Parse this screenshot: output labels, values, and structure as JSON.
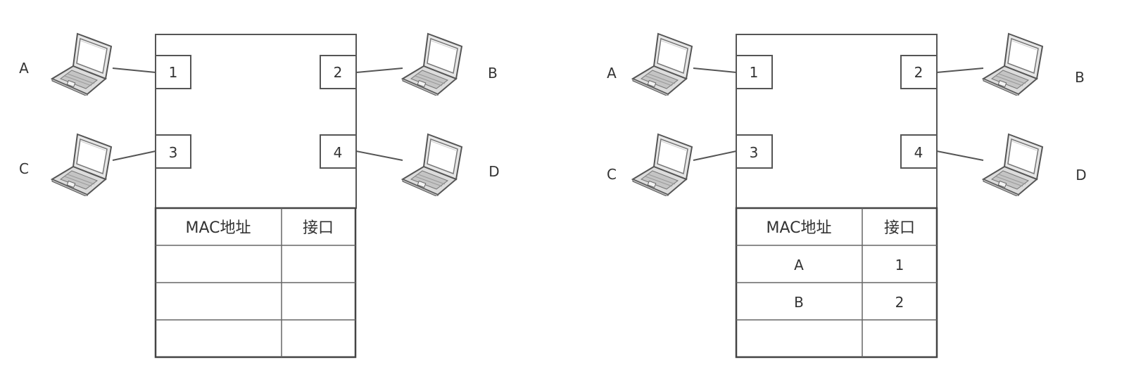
{
  "diagrams": [
    {
      "hosts": {
        "A": "A",
        "B": "B",
        "C": "C",
        "D": "D"
      },
      "ports": [
        "1",
        "2",
        "3",
        "4"
      ],
      "table": {
        "headers": [
          "MAC地址",
          "接口"
        ],
        "rows": [
          [
            "",
            ""
          ],
          [
            "",
            ""
          ],
          [
            "",
            ""
          ]
        ]
      }
    },
    {
      "hosts": {
        "A": "A",
        "B": "B",
        "C": "C",
        "D": "D"
      },
      "ports": [
        "1",
        "2",
        "3",
        "4"
      ],
      "table": {
        "headers": [
          "MAC地址",
          "接口"
        ],
        "rows": [
          [
            "A",
            "1"
          ],
          [
            "B",
            "2"
          ],
          [
            "",
            ""
          ]
        ]
      }
    }
  ]
}
